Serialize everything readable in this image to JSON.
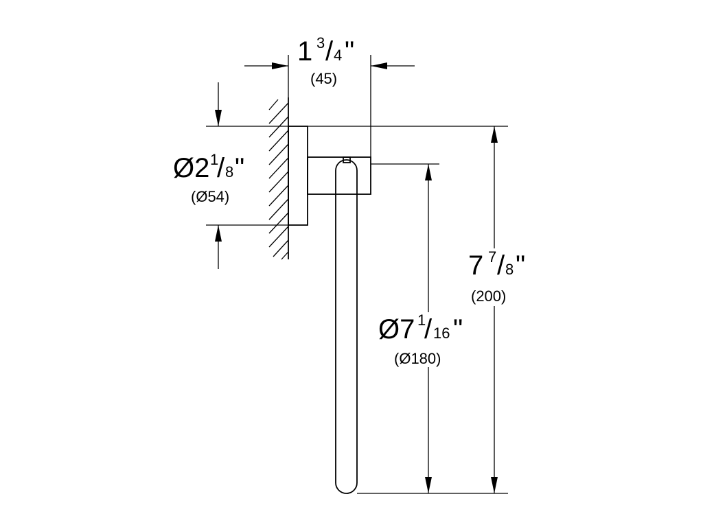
{
  "dimensions": {
    "depth": {
      "whole": "1",
      "num": "3",
      "den": "4",
      "unit": "\"",
      "metric": "(45)"
    },
    "rosette": {
      "whole": "Ø2",
      "num": "1",
      "den": "8",
      "unit": "\"",
      "metric": "(Ø54)"
    },
    "height": {
      "whole": "7",
      "num": "7",
      "den": "8",
      "unit": "\"",
      "metric": "(200)"
    },
    "ring": {
      "whole": "Ø7",
      "num": "1",
      "den": "16",
      "unit": "\"",
      "metric": "(Ø180)"
    }
  }
}
